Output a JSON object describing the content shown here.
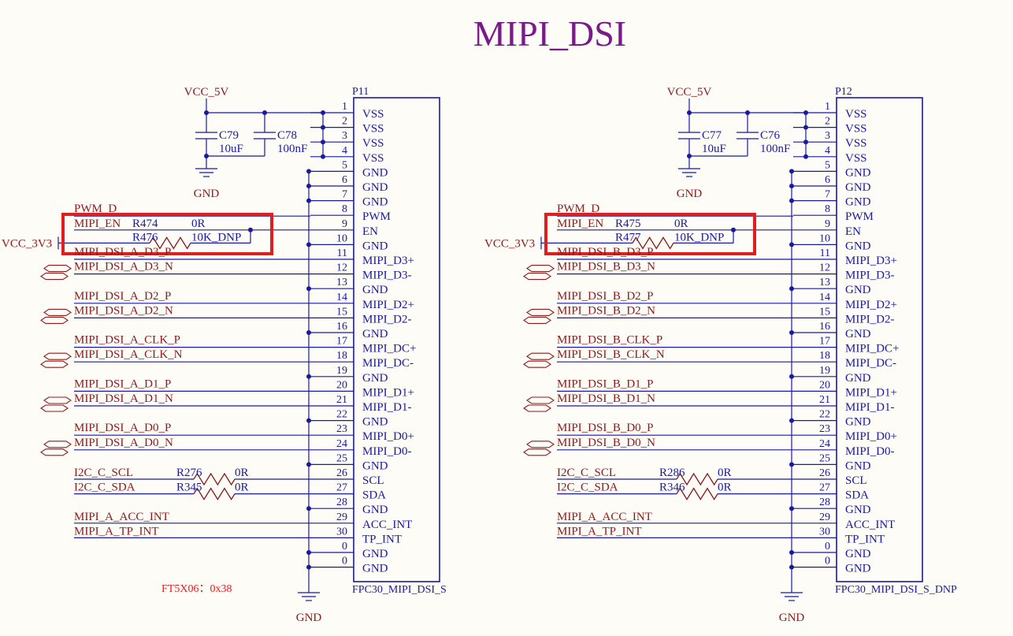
{
  "title": "MIPI_DSI",
  "colors": {
    "title": "#7a1a8a",
    "net": "#8b1a1a",
    "wire": "#1a1aa0",
    "highlight": "#e11d1d",
    "note": "#e11d1d"
  },
  "power_net": "VCC_5V",
  "vcc33": "VCC_3V3",
  "gnd": "GND",
  "note": "FT5X06：0x38",
  "pin_names": [
    "VSS",
    "VSS",
    "VSS",
    "VSS",
    "GND",
    "GND",
    "GND",
    "PWM",
    "EN",
    "GND",
    "MIPI_D3+",
    "MIPI_D3-",
    "GND",
    "MIPI_D2+",
    "MIPI_D2-",
    "GND",
    "MIPI_DC+",
    "MIPI_DC-",
    "GND",
    "MIPI_D1+",
    "MIPI_D1-",
    "GND",
    "MIPI_D0+",
    "MIPI_D0-",
    "GND",
    "SCL",
    "SDA",
    "GND",
    "ACC_INT",
    "TP_INT",
    "GND",
    "GND"
  ],
  "pin_numbers": [
    "1",
    "2",
    "3",
    "4",
    "5",
    "6",
    "7",
    "8",
    "9",
    "10",
    "11",
    "12",
    "13",
    "14",
    "15",
    "16",
    "17",
    "18",
    "19",
    "20",
    "21",
    "22",
    "23",
    "24",
    "25",
    "26",
    "27",
    "28",
    "29",
    "30",
    "0",
    "0"
  ],
  "connectors": [
    {
      "ref": "P11",
      "part": "FPC30_MIPI_DSI_S",
      "caps": [
        {
          "ref": "C79",
          "value": "10uF"
        },
        {
          "ref": "C78",
          "value": "100nF"
        }
      ],
      "pwm": "PWM_D",
      "en": "MIPI_EN",
      "r_en": {
        "ref": "R474",
        "value": "0R"
      },
      "r_pu": {
        "ref": "R476",
        "value": "10K_DNP"
      },
      "d3p": "MIPI_DSI_A_D3_P",
      "d3n": "MIPI_DSI_A_D3_N",
      "d2p": "MIPI_DSI_A_D2_P",
      "d2n": "MIPI_DSI_A_D2_N",
      "clkp": "MIPI_DSI_A_CLK_P",
      "clkn": "MIPI_DSI_A_CLK_N",
      "d1p": "MIPI_DSI_A_D1_P",
      "d1n": "MIPI_DSI_A_D1_N",
      "d0p": "MIPI_DSI_A_D0_P",
      "d0n": "MIPI_DSI_A_D0_N",
      "scl": "I2C_C_SCL",
      "sda": "I2C_C_SDA",
      "r_scl": {
        "ref": "R276",
        "value": "0R"
      },
      "r_sda": {
        "ref": "R345",
        "value": "0R"
      },
      "acc": "MIPI_A_ACC_INT",
      "tp": "MIPI_A_TP_INT"
    },
    {
      "ref": "P12",
      "part": "FPC30_MIPI_DSI_S_DNP",
      "caps": [
        {
          "ref": "C77",
          "value": "10uF"
        },
        {
          "ref": "C76",
          "value": "100nF"
        }
      ],
      "pwm": "PWM_D",
      "en": "MIPI_EN",
      "r_en": {
        "ref": "R475",
        "value": "0R"
      },
      "r_pu": {
        "ref": "R477",
        "value": "10K_DNP"
      },
      "d3p": "MIPI_DSI_B_D3_P",
      "d3n": "MIPI_DSI_B_D3_N",
      "d2p": "MIPI_DSI_B_D2_P",
      "d2n": "MIPI_DSI_B_D2_N",
      "clkp": "MIPI_DSI_B_CLK_P",
      "clkn": "MIPI_DSI_B_CLK_N",
      "d1p": "MIPI_DSI_B_D1_P",
      "d1n": "MIPI_DSI_B_D1_N",
      "d0p": "MIPI_DSI_B_D0_P",
      "d0n": "MIPI_DSI_B_D0_N",
      "scl": "I2C_C_SCL",
      "sda": "I2C_C_SDA",
      "r_scl": {
        "ref": "R286",
        "value": "0R"
      },
      "r_sda": {
        "ref": "R346",
        "value": "0R"
      },
      "acc": "MIPI_A_ACC_INT",
      "tp": "MIPI_A_TP_INT"
    }
  ]
}
